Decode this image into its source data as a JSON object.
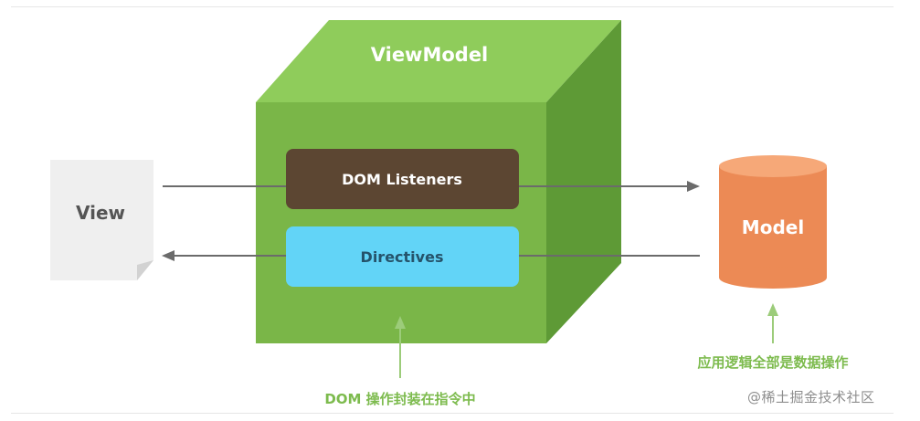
{
  "viewmodel": {
    "title": "ViewModel"
  },
  "view": {
    "label": "View"
  },
  "model": {
    "label": "Model"
  },
  "dom_listeners": {
    "label": "DOM Listeners"
  },
  "directives": {
    "label": "Directives"
  },
  "annotations": {
    "dom_ops": "DOM 操作封装在指令中",
    "model_ops": "应用逻辑全部是数据操作"
  },
  "watermark": "@稀土掘金技术社区",
  "colors": {
    "cube_front": "#7ab648",
    "cube_top": "#8fcc5b",
    "cube_side": "#5e9a36",
    "listeners": "#5c4632",
    "directives": "#62d4f7",
    "model": "#ec8a55",
    "model_top": "#f6a878",
    "view_doc": "#efefef",
    "arrow": "#6b6b6b",
    "annotation": "#7dbb4e"
  }
}
